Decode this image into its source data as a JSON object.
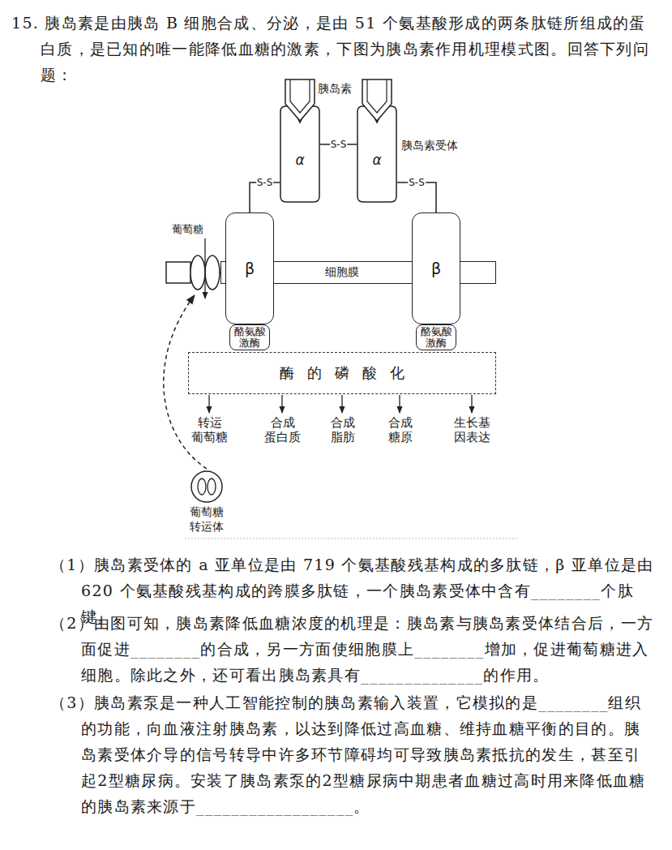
{
  "diagram": {
    "nodes": [
      {
        "text": [
          "α"
        ]
      },
      {
        "text": [
          "α"
        ]
      },
      {
        "text": [
          "细胞膜"
        ]
      },
      {
        "text": [
          "葡萄糖"
        ]
      },
      {
        "text": [
          "β"
        ]
      },
      {
        "text": [
          "β"
        ]
      },
      {
        "text": [
          "酪氨酸 激酶"
        ]
      },
      {
        "text": [
          "酪氨酸 激酶"
        ]
      },
      {
        "text": [
          "酶的磷酸化"
        ]
      },
      {
        "text": [
          "葡萄糖 转运体"
        ]
      }
    ],
    "edges": [
      {
        "from": 0,
        "to": 1,
        "arrow": "none",
        "label": "S-S"
      },
      {
        "from": 0,
        "to": 4,
        "arrow": "none",
        "label": "S-S"
      },
      {
        "from": 1,
        "to": 5,
        "arrow": "none",
        "label": "S-S"
      },
      {
        "from": 9,
        "to": 3,
        "arrow": "to"
      }
    ],
    "labels": [
      "15. 胰岛素是由胰岛 B 细胞合成、分泌，是由 51 个氨基酸形成的两条肽链所组成的蛋白质，是已知的唯一能降低血糖的激素，下图为胰岛素作用机理模式图。回答下列问题：",
      "胰岛素",
      "胰岛素受体",
      "转运 葡萄糖",
      "合成 蛋白质",
      "合成 脂肪",
      "合成 糖原",
      "生长基 因表达",
      "（1）胰岛素受体的 a 亚单位是由 719 个氨基酸残基构成的多肽链，β 亚单位是由 620 个氨基酸残基构成的跨膜多肽链，一个胰岛素受体中含有________个肽键。",
      "（2）由图可知，胰岛素降低血糖浓度的机理是：胰岛素与胰岛素受体结合后，一方面促进________的合成，另一方面使细胞膜上________增加，促进葡萄糖进入细胞。除此之外，还可看出胰岛素具有______________的作用。",
      "（3）胰岛素泵是一种人工智能控制的胰岛素输入装置，它模拟的是________组织的功能，向血液注射胰岛素，以达到降低过高血糖、维持血糖平衡的目的。胰岛素受体介导的信号转导中许多环节障碍均可导致胰岛素抵抗的发生，甚至引起2型糖尿病。安装了胰岛素泵的2型糖尿病中期患者血糖过高时用来降低血糖的胰岛素来源于__________________。"
    ]
  }
}
